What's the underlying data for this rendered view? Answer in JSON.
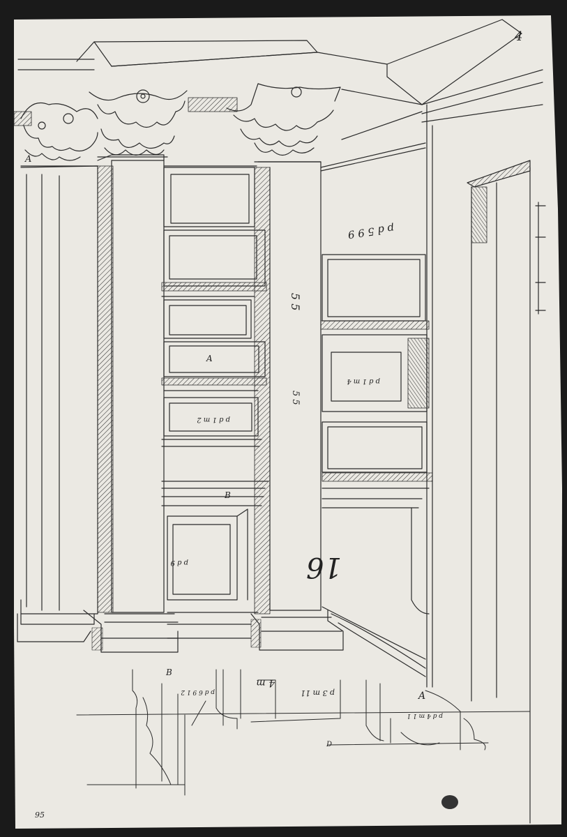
{
  "drawing": {
    "sheet_number": "4",
    "corner_number": "95",
    "page_number_inverted": "16",
    "label_a_upper": "A",
    "label_a_bay": "A",
    "label_b_bay": "B",
    "label_b_profile": "B",
    "label_a_profile": "A",
    "label_d_profile": "D",
    "dim_upper_right": "p d 5 9 9",
    "dim_column_height": "5 5",
    "dim_column_lower": "5 5",
    "dim_bay_a": "p d 1 m 4",
    "dim_bay_b": "p d 1 m 2",
    "dim_lower_panel": "p d 9",
    "dim_profile_top": "4 m",
    "dim_profile_mid": "p 3 m 11",
    "dim_profile_right": "p d 4 m 1 1",
    "dim_profile_left": "p d 6 9 1 2"
  },
  "colors": {
    "paper": "#ebe9e3",
    "ink": "#2a2a2a",
    "frame": "#1a1a1a"
  }
}
